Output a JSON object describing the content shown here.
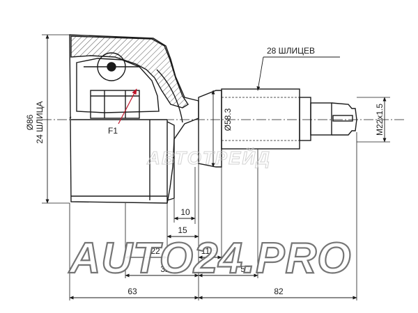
{
  "labels": {
    "outer_diameter": "Ø86",
    "inner_splines": "24 ШЛИЦА",
    "outer_splines": "28 ШЛИЦЕВ",
    "shaft_diameter": "Ø58.3",
    "thread": "M22x1.5",
    "flat": "F1"
  },
  "dimensions": {
    "d10": "10",
    "d15": "15",
    "d22": "22",
    "d11_5": "11.5",
    "d32": "32",
    "d53": "53",
    "d63": "63",
    "d82": "82"
  },
  "watermarks": {
    "faint": "АВТОТРЕЙД",
    "main": "AUTO24.PRO"
  },
  "colors": {
    "line": "#1a1a1a",
    "hatch": "#555555",
    "accent": "#c0152a",
    "watermark": "#ffffff"
  }
}
